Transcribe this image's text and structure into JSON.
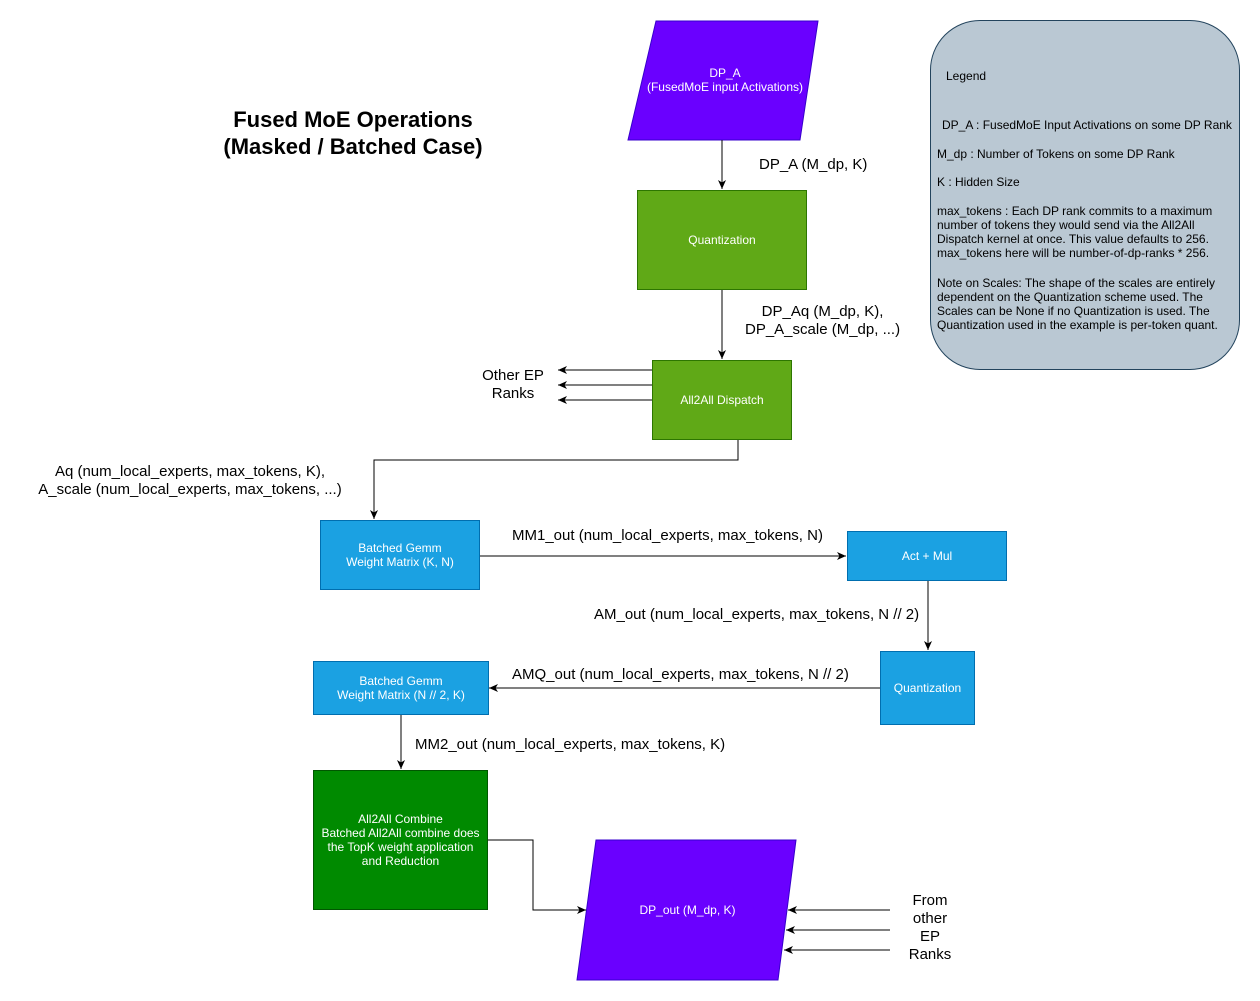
{
  "title": "Fused MoE Operations\n(Masked / Batched Case)",
  "nodes": {
    "dp_a": "DP_A\n(FusedMoE input Activations)",
    "quantization_1": "Quantization",
    "all2all_dispatch": "All2All Dispatch",
    "batched_gemm_1": "Batched Gemm\nWeight Matrix (K, N)",
    "act_mul": "Act + Mul",
    "quantization_2": "Quantization",
    "batched_gemm_2": "Batched Gemm\nWeight Matrix (N // 2, K)",
    "all2all_combine": "All2All Combine\nBatched All2All combine does the TopK weight application and Reduction",
    "dp_out": "DP_out (M_dp, K)"
  },
  "edge_labels": {
    "dp_a_to_quant": "DP_A (M_dp, K)",
    "quant_to_dispatch": "DP_Aq (M_dp, K),\nDP_A_scale (M_dp, ...)",
    "other_ep_ranks": "Other EP\nRanks",
    "dispatch_to_gemm": "Aq (num_local_experts, max_tokens, K),\nA_scale (num_local_experts, max_tokens, ...)",
    "mm1_out": "MM1_out (num_local_experts, max_tokens, N)",
    "am_out": "AM_out (num_local_experts, max_tokens, N // 2)",
    "amq_out": "AMQ_out (num_local_experts, max_tokens, N // 2)",
    "mm2_out": "MM2_out (num_local_experts, max_tokens, K)",
    "from_other_ep_ranks": "From\nother\nEP\nRanks"
  },
  "legend": {
    "heading": "Legend",
    "dp_a": "DP_A : FusedMoE Input Activations on some DP Rank",
    "m_dp": "M_dp : Number of Tokens on some DP Rank",
    "k": "K : Hidden Size",
    "max_tokens": "max_tokens : Each DP rank commits to a maximum number of tokens they would send via the All2All Dispatch kernel at once. This value defaults to 256. max_tokens here will be number-of-dp-ranks * 256.",
    "scales_note": "Note on Scales: The shape of the scales are entirely dependent on the Quantization scheme used. The Scales can be None if no Quantization is used. The Quantization used in the example is per-token quant."
  },
  "colors": {
    "purple": "#6a00ff",
    "green": "#60a917",
    "dark_green": "#008a00",
    "blue": "#1ba1e2",
    "legend_fill": "#bac8d3"
  }
}
